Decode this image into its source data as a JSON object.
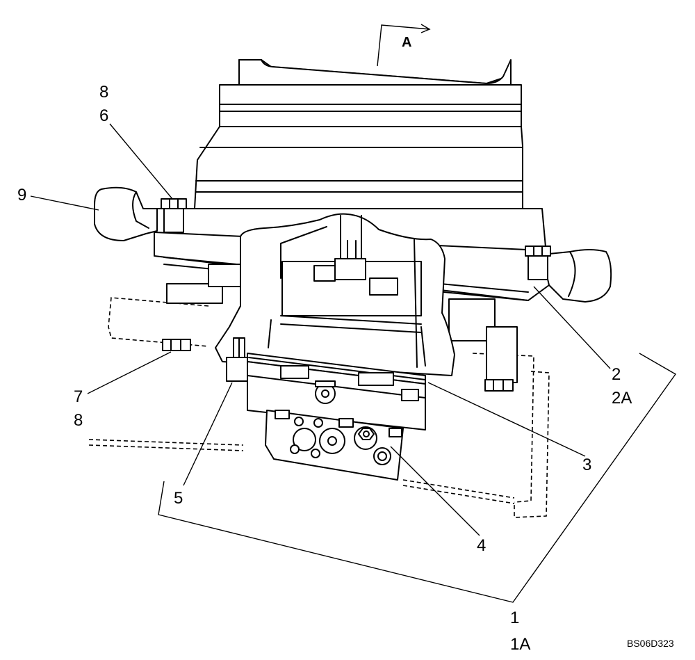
{
  "view_marker": "A",
  "callouts": {
    "c1": "1",
    "c1a": "1A",
    "c2": "2",
    "c2a": "2A",
    "c3": "3",
    "c4": "4",
    "c5": "5",
    "c6": "6",
    "c7": "7",
    "c8_top": "8",
    "c8_bottom": "8",
    "c9": "9"
  },
  "reference_code": "BS06D323"
}
